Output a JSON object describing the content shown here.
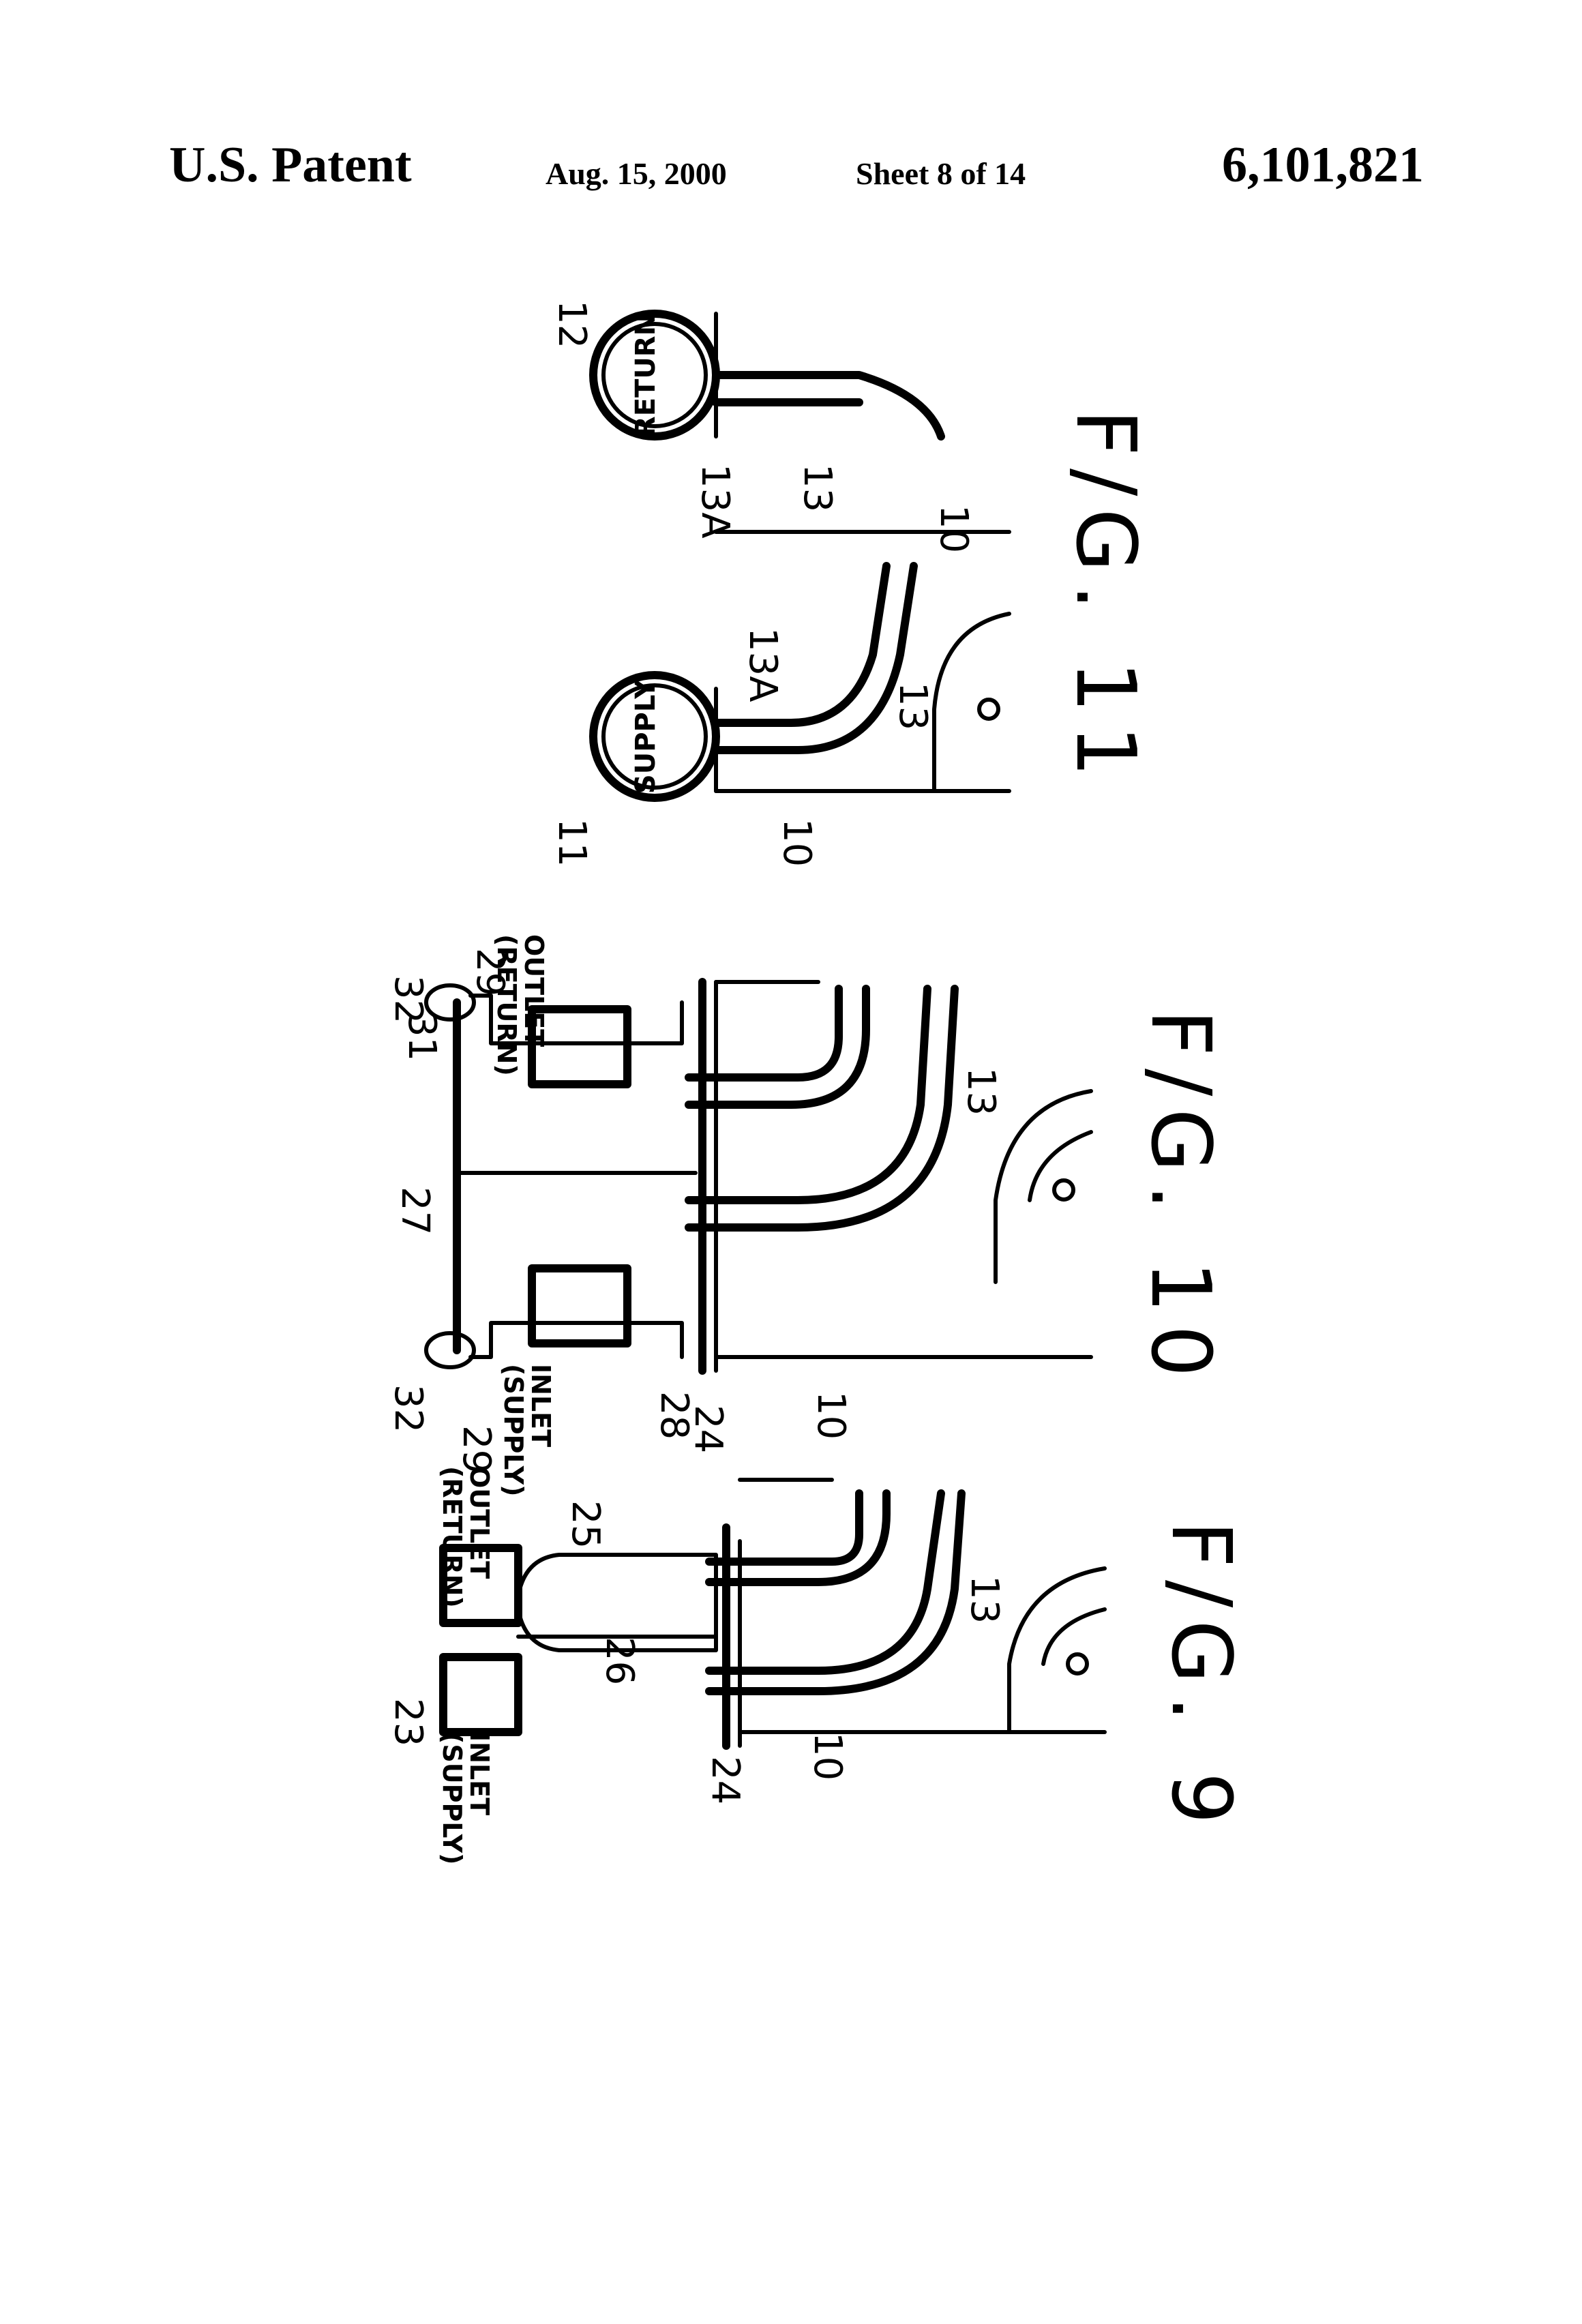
{
  "header": {
    "title": "U.S. Patent",
    "date": "Aug. 15, 2000",
    "sheet": "Sheet 8 of 14",
    "patent_number": "6,101,821"
  },
  "fig9": {
    "caption": "F/G. 9",
    "outlet_line1": "OUTLET",
    "outlet_line2": "(RETURN)",
    "inlet_line1": "INLET",
    "inlet_line2": "(SUPPLY)",
    "ref_23": "23",
    "ref_24": "24",
    "ref_25": "25",
    "ref_26": "26",
    "ref_10": "10",
    "ref_13": "13"
  },
  "fig10": {
    "caption": "F/G. 10",
    "outlet_line1": "OUTLET",
    "outlet_line2": "(RETURN)",
    "inlet_line1": "INLET",
    "inlet_line2": "(SUPPLY)",
    "ref_27": "27",
    "ref_31": "31",
    "ref_32_left": "32",
    "ref_32_right": "32",
    "ref_29_left": "29",
    "ref_29_right": "29",
    "ref_28": "28",
    "ref_24": "24",
    "ref_10": "10",
    "ref_13": "13"
  },
  "fig11": {
    "caption": "F/G. 11",
    "return_label": "RETURN",
    "supply_label": "SUPPLY",
    "ref_12": "12",
    "ref_11": "11",
    "ref_13A_left": "13A",
    "ref_13_left": "13",
    "ref_10_left": "10",
    "ref_13A_right": "13A",
    "ref_13_right": "13",
    "ref_10_right": "10"
  }
}
